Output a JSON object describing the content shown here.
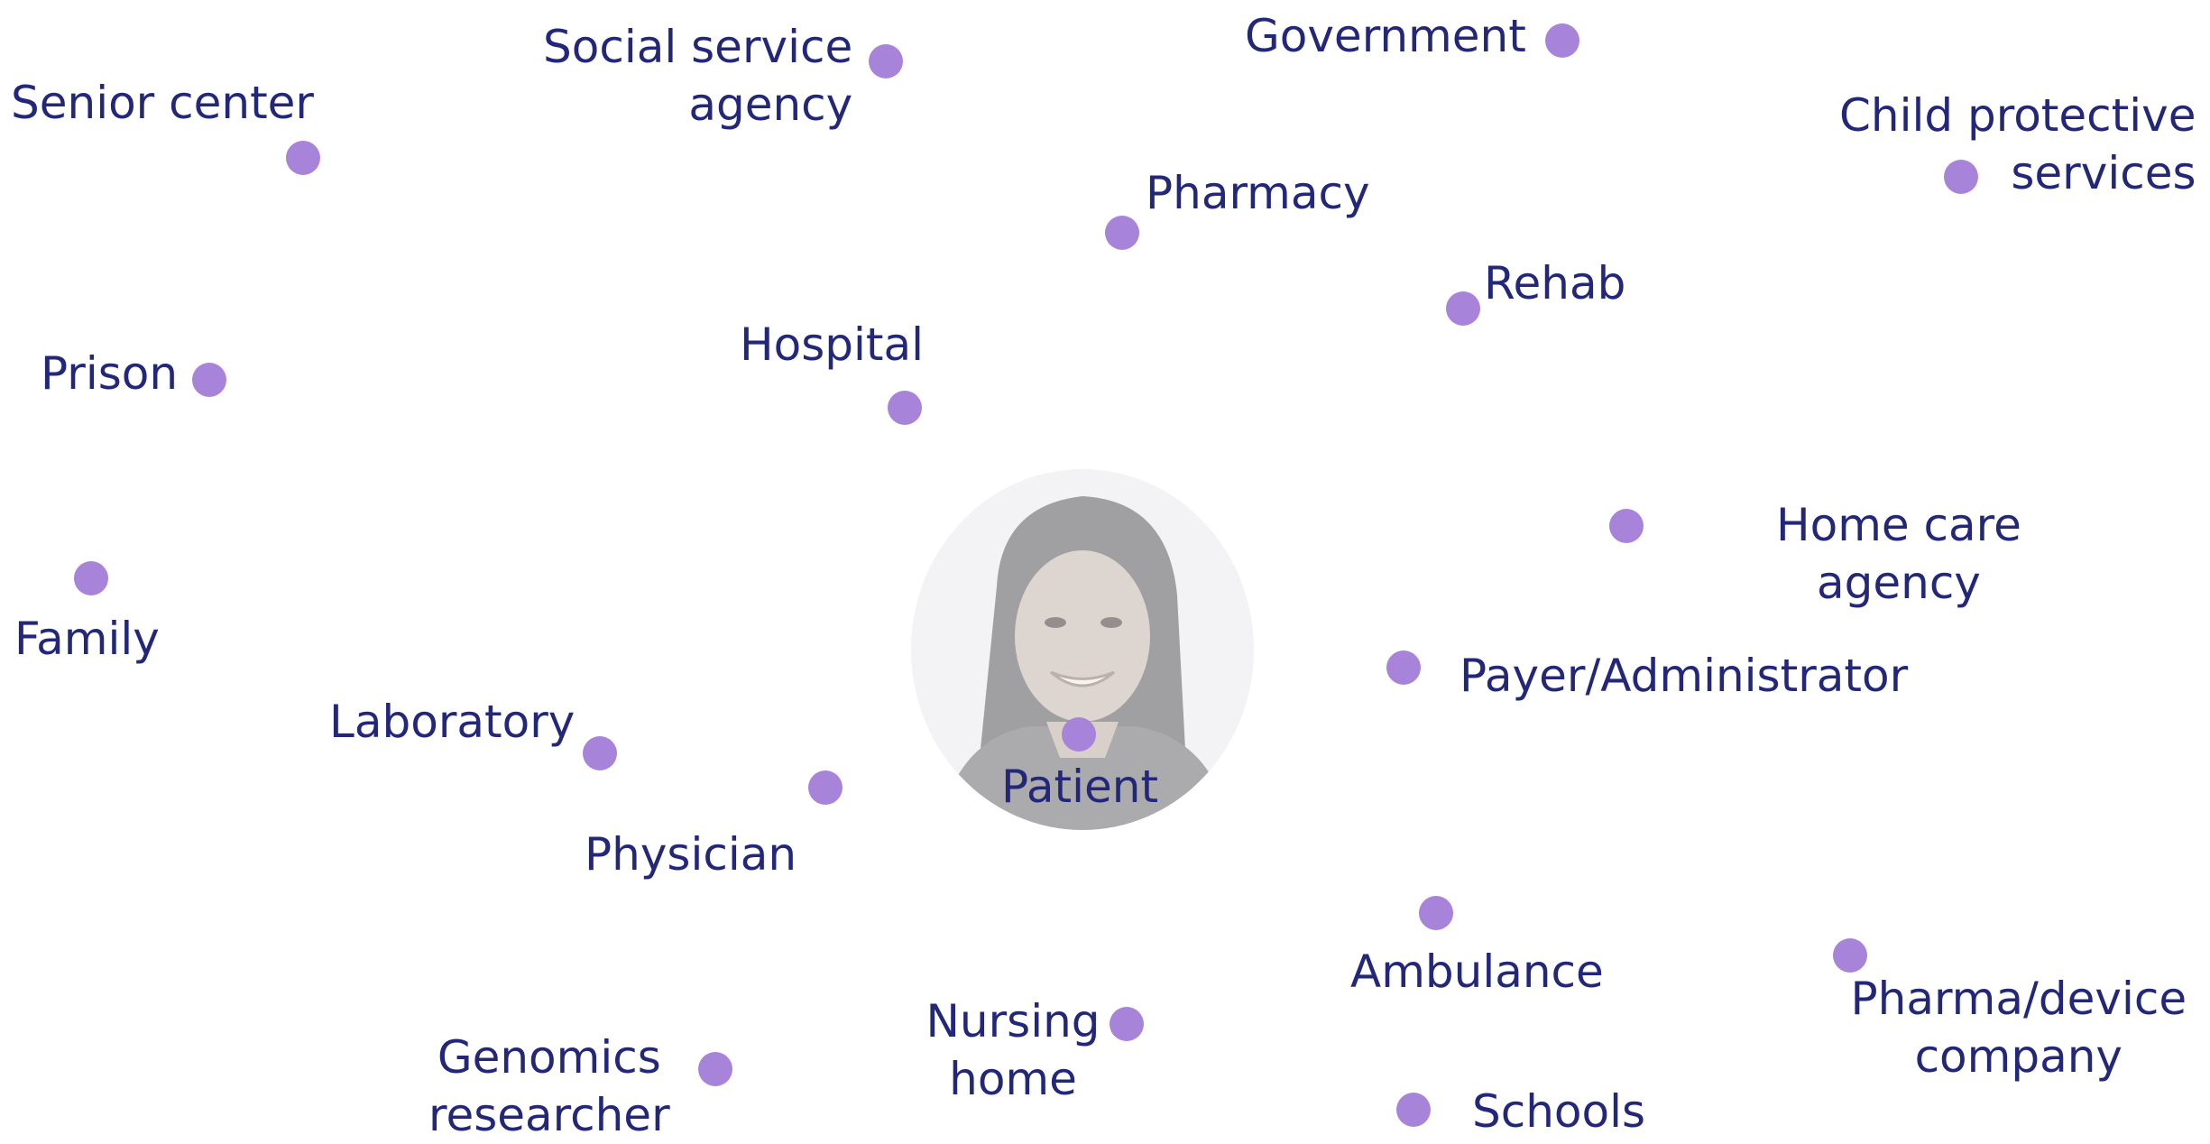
{
  "colors": {
    "dot": "#a783d9",
    "label": "#23277a"
  },
  "center": {
    "label": "Patient",
    "photo_icon": "patient-portrait-icon"
  },
  "nodes": [
    {
      "id": "government",
      "lines": [
        "Government"
      ]
    },
    {
      "id": "social-service-agency",
      "lines": [
        "Social service",
        "agency"
      ]
    },
    {
      "id": "senior-center",
      "lines": [
        "Senior center"
      ]
    },
    {
      "id": "child-protective-services",
      "lines": [
        "Child protective",
        "services"
      ]
    },
    {
      "id": "pharmacy",
      "lines": [
        "Pharmacy"
      ]
    },
    {
      "id": "rehab",
      "lines": [
        "Rehab"
      ]
    },
    {
      "id": "hospital",
      "lines": [
        "Hospital"
      ]
    },
    {
      "id": "prison",
      "lines": [
        "Prison"
      ]
    },
    {
      "id": "home-care-agency",
      "lines": [
        "Home care",
        "agency"
      ]
    },
    {
      "id": "family",
      "lines": [
        "Family"
      ]
    },
    {
      "id": "payer-administrator",
      "lines": [
        "Payer/Administrator"
      ]
    },
    {
      "id": "laboratory",
      "lines": [
        "Laboratory"
      ]
    },
    {
      "id": "physician",
      "lines": [
        "Physician"
      ]
    },
    {
      "id": "ambulance",
      "lines": [
        "Ambulance"
      ]
    },
    {
      "id": "pharma-device-company",
      "lines": [
        "Pharma/device",
        "company"
      ]
    },
    {
      "id": "nursing-home",
      "lines": [
        "Nursing",
        "home"
      ]
    },
    {
      "id": "genomics-researcher",
      "lines": [
        "Genomics",
        "researcher"
      ]
    },
    {
      "id": "schools",
      "lines": [
        "Schools"
      ]
    }
  ]
}
